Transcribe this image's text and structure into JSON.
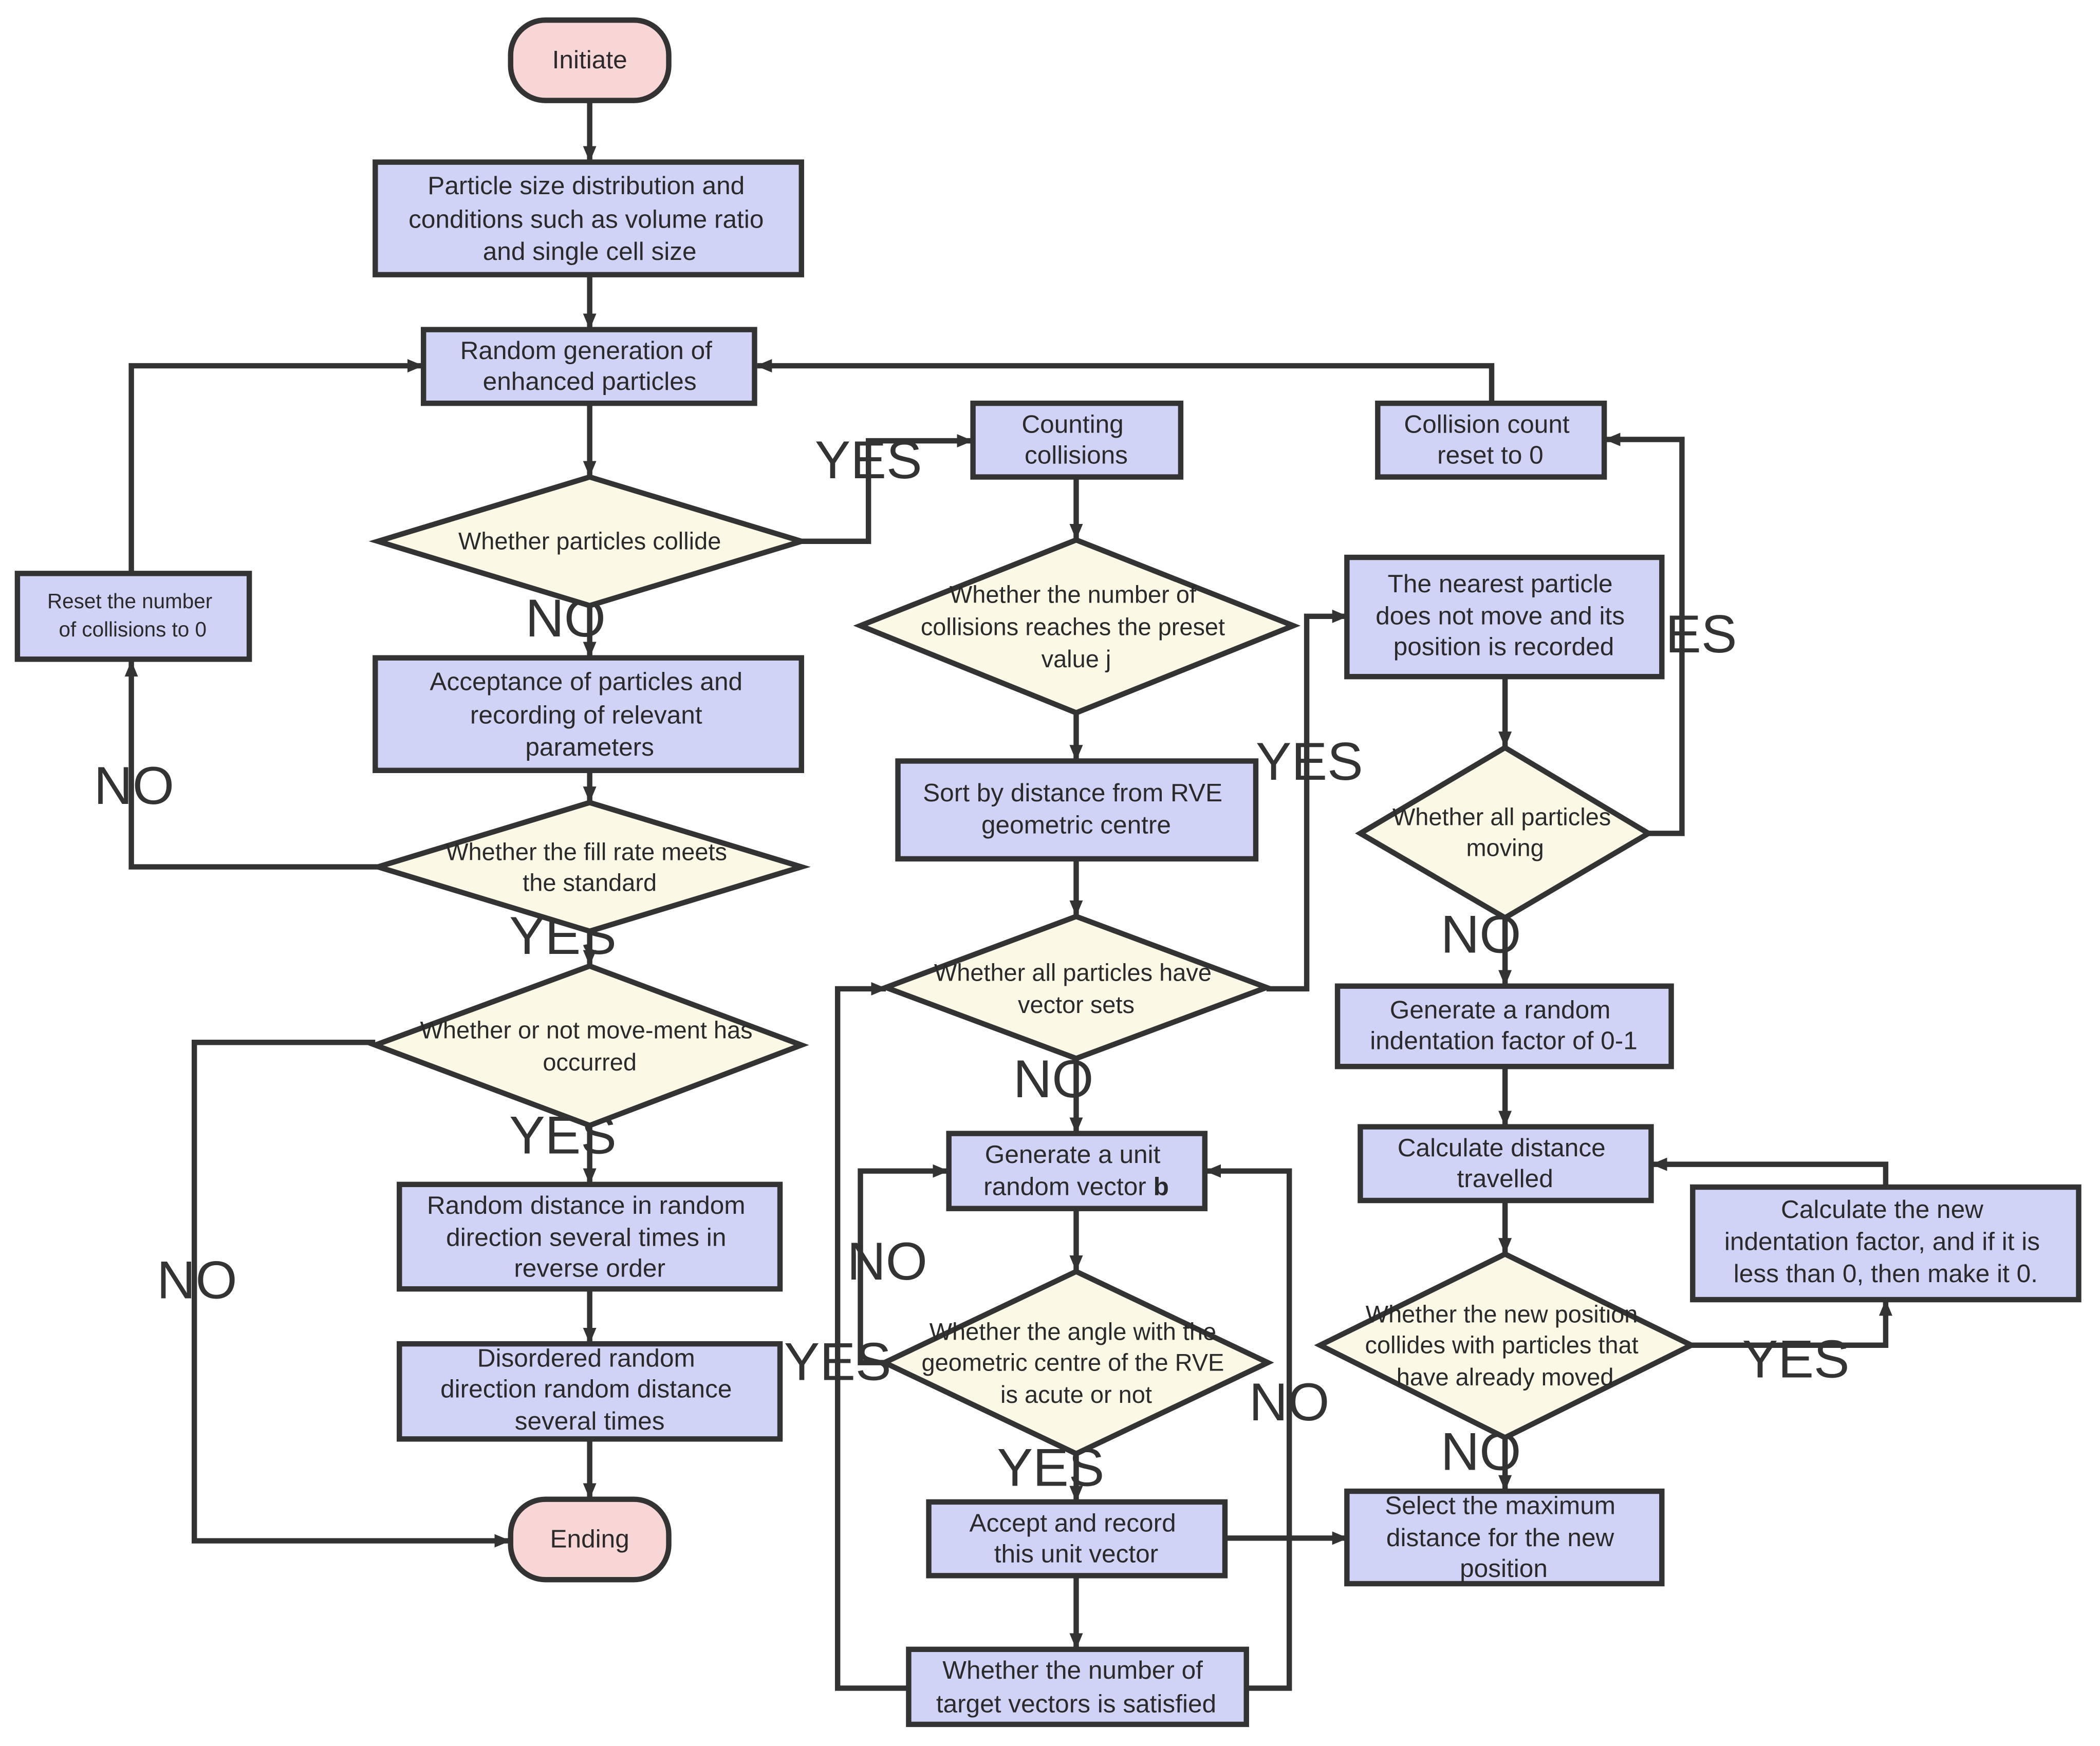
{
  "nodes": {
    "initiate": "Initiate",
    "input_conditions": [
      "Particle size distribution and",
      "conditions such as volume ratio",
      "and single cell size"
    ],
    "random_generation": [
      "Random generation of",
      "enhanced particles"
    ],
    "collide_check": [
      "Whether particles collide"
    ],
    "counting_collisions": [
      "Counting",
      "collisions"
    ],
    "reset_collisions": [
      "Reset the number",
      "of collisions to 0"
    ],
    "accept_particles": [
      "Acceptance of particles and",
      "recording of relevant",
      "parameters"
    ],
    "fill_rate_check": [
      "Whether the fill rate meets",
      "the standard"
    ],
    "movement_check": [
      "Whether or not move-ment has",
      "occurred"
    ],
    "random_reverse": [
      "Random distance in random",
      "direction several times in",
      "reverse order"
    ],
    "disordered_random": [
      "Disordered random",
      "direction random distance",
      "several times"
    ],
    "ending": "Ending",
    "collision_preset_check": [
      "Whether the number of",
      "collisions reaches the preset",
      "value j"
    ],
    "sort_distance": [
      "Sort by distance from RVE",
      "geometric centre"
    ],
    "vector_sets_check": [
      "Whether all particles have",
      "vector sets"
    ],
    "generate_unit_vector": [
      "Generate a unit",
      "random vector"
    ],
    "generate_unit_vector_bold": "b",
    "angle_check": [
      "Whether the angle with the",
      "geometric centre of the RVE",
      "is acute or not"
    ],
    "accept_vector": [
      "Accept and record",
      "this unit vector"
    ],
    "target_vectors_check": [
      "Whether the number of",
      "target vectors is satisfied"
    ],
    "collision_count_reset": [
      "Collision count",
      "reset to 0"
    ],
    "nearest_particle": [
      "The nearest particle",
      "does not move and its",
      "position is recorded"
    ],
    "all_moving_check": [
      "Whether all particles",
      "moving"
    ],
    "indentation_factor": [
      "Generate a random",
      "indentation factor of 0-1"
    ],
    "calc_distance": [
      "Calculate distance",
      "travelled"
    ],
    "new_position_check": [
      "Whether the new position",
      "collides with particles that",
      "have already moved"
    ],
    "new_indentation": [
      "Calculate the new",
      "indentation factor, and if it is",
      "less than 0, then make it 0."
    ],
    "select_max": [
      "Select the maximum",
      "distance for the new",
      "position"
    ]
  },
  "edge_labels": {
    "collide_yes": "YES",
    "collide_no": "NO",
    "fill_no": "NO",
    "fill_yes": "YES",
    "movement_yes": "YES",
    "movement_no": "NO",
    "vector_sets_yes": "YES",
    "vector_sets_no": "NO",
    "angle_no": "NO",
    "angle_yes_left": "YES",
    "angle_yes_down": "YES",
    "target_no": "NO",
    "all_moving_yes": "YES",
    "all_moving_no": "NO",
    "new_position_yes": "YES",
    "new_position_no": "NO"
  },
  "colors": {
    "process_fill": "#d0d3f6",
    "decision_fill": "#fbf8e6",
    "terminal_fill": "#f9d6d6",
    "stroke": "#333333"
  }
}
